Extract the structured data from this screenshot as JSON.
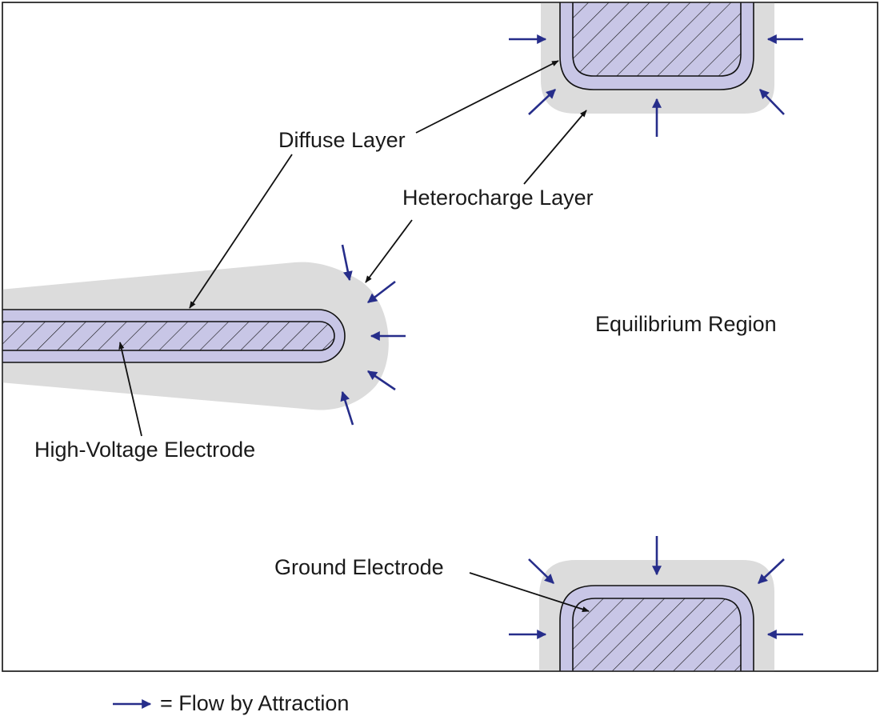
{
  "labels": {
    "diffuse_layer": "Diffuse Layer",
    "heterocharge_layer": "Heterocharge Layer",
    "equilibrium_region": "Equilibrium Region",
    "high_voltage_electrode": "High-Voltage Electrode",
    "ground_electrode": "Ground Electrode"
  },
  "legend": {
    "text": "= Flow by Attraction"
  },
  "colors": {
    "heterocharge": "#dcdcdc",
    "diffuse": "#c8c6e6",
    "flow_arrow": "#262d8a",
    "outline": "#111111"
  },
  "icons": {
    "flow": "flow-arrow-icon",
    "hatch": "diagonal-hatch-pattern"
  }
}
